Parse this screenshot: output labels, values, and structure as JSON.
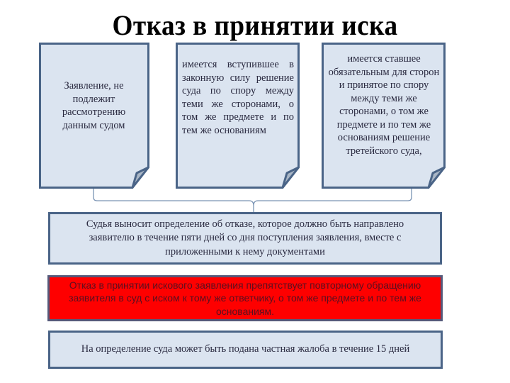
{
  "title": "Отказ в принятии иска",
  "grounds": [
    {
      "text": "Заявление, не подлежит рассмотрению данным судом"
    },
    {
      "text": "имеется вступившее в законную силу решение суда по спору между теми же сторонами, о том же предмете и по тем же основаниям"
    },
    {
      "text": "имеется ставшее обязательным для сторон и принятое по спору между теми же сторонами, о том же предмете и по тем же основаниям решение третейского суда,"
    }
  ],
  "judge_decision": "Судья выносит определение об отказе, которое должно быть направлено заявителю в течение пяти дней со дня поступления заявления, вместе с приложенными к нему документами",
  "warning": "Отказ в принятии искового заявления препятствует повторному обращению заявителя в суд с иском к тому же ответчику, о том же предмете и по тем же основаниям.",
  "appeal_note": "На определение суда может быть подана частная жалоба в течение 15 дней",
  "colors": {
    "box_fill": "#dbe4f0",
    "box_border": "#4a6487",
    "warning_fill": "#fe0000",
    "fold_fill": "#a9b6c6"
  }
}
